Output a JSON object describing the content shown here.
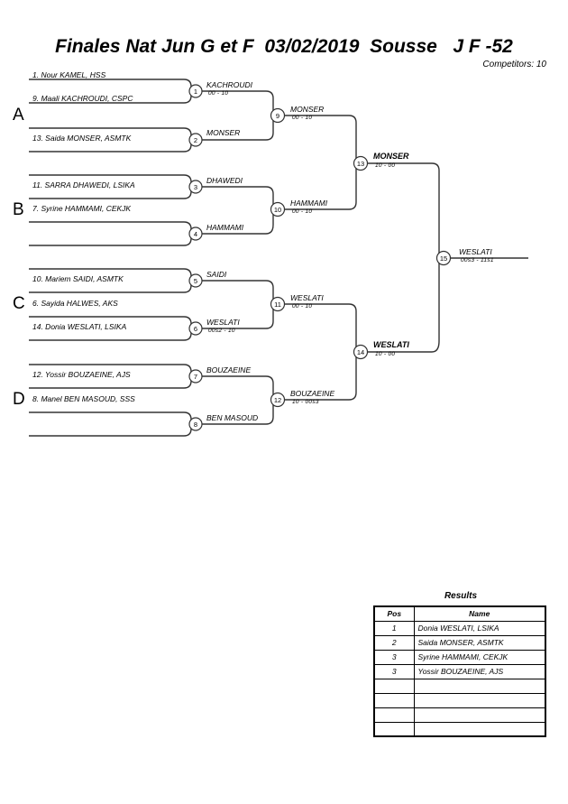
{
  "header": {
    "title": "Finales Nat Jun G et F  03/02/2019  Sousse   J F -52",
    "competitors": "Competitors: 10"
  },
  "groups": [
    {
      "letter": "A"
    },
    {
      "letter": "B"
    },
    {
      "letter": "C"
    },
    {
      "letter": "D"
    }
  ],
  "entrants": [
    {
      "label": "1. Nour KAMEL, HSS"
    },
    {
      "label": "9. Maali KACHROUDI, CSPC"
    },
    {
      "label": "13. Saida MONSER, ASMTK"
    },
    {
      "label": "11. SARRA DHAWEDI, LSIKA"
    },
    {
      "label": "7. Syrine HAMMAMI, CEKJK"
    },
    {
      "label": "10. Mariem SAIDI, ASMTK"
    },
    {
      "label": "6. Sayida HALWES, AKS"
    },
    {
      "label": "14. Donia WESLATI, LSIKA"
    },
    {
      "label": "12. Yossir BOUZAEINE, AJS"
    },
    {
      "label": "8. Manel BEN MASOUD, SSS"
    }
  ],
  "matches": [
    {
      "number": "1",
      "winner": "KACHROUDI",
      "score": "00 - 10"
    },
    {
      "number": "2",
      "winner": "MONSER",
      "score": ""
    },
    {
      "number": "3",
      "winner": "DHAWEDI",
      "score": ""
    },
    {
      "number": "4",
      "winner": "HAMMAMI",
      "score": ""
    },
    {
      "number": "5",
      "winner": "SAIDI",
      "score": ""
    },
    {
      "number": "6",
      "winner": "WESLATI",
      "score": "00s2 - 10"
    },
    {
      "number": "7",
      "winner": "BOUZAEINE",
      "score": ""
    },
    {
      "number": "8",
      "winner": "BEN MASOUD",
      "score": ""
    },
    {
      "number": "9",
      "winner": "MONSER",
      "score": "00 - 10"
    },
    {
      "number": "10",
      "winner": "HAMMAMI",
      "score": "00 - 10"
    },
    {
      "number": "11",
      "winner": "WESLATI",
      "score": "00 - 10"
    },
    {
      "number": "12",
      "winner": "BOUZAEINE",
      "score": "10 - 00s3"
    },
    {
      "number": "13",
      "winner": "MONSER",
      "score": "10 - 00"
    },
    {
      "number": "14",
      "winner": "WESLATI",
      "score": "10 - 00"
    },
    {
      "number": "15",
      "winner": "WESLATI",
      "score": "00s3 - 11s1"
    }
  ],
  "results": {
    "title": "Results",
    "columns": [
      "Pos",
      "Name"
    ],
    "rows": [
      {
        "pos": "1",
        "name": "Donia WESLATI, LSIKA"
      },
      {
        "pos": "2",
        "name": "Saida MONSER, ASMTK"
      },
      {
        "pos": "3",
        "name": "Syrine HAMMAMI, CEKJK"
      },
      {
        "pos": "3",
        "name": "Yossir BOUZAEINE, AJS"
      },
      {
        "pos": "",
        "name": ""
      },
      {
        "pos": "",
        "name": ""
      },
      {
        "pos": "",
        "name": ""
      },
      {
        "pos": "",
        "name": ""
      }
    ]
  }
}
